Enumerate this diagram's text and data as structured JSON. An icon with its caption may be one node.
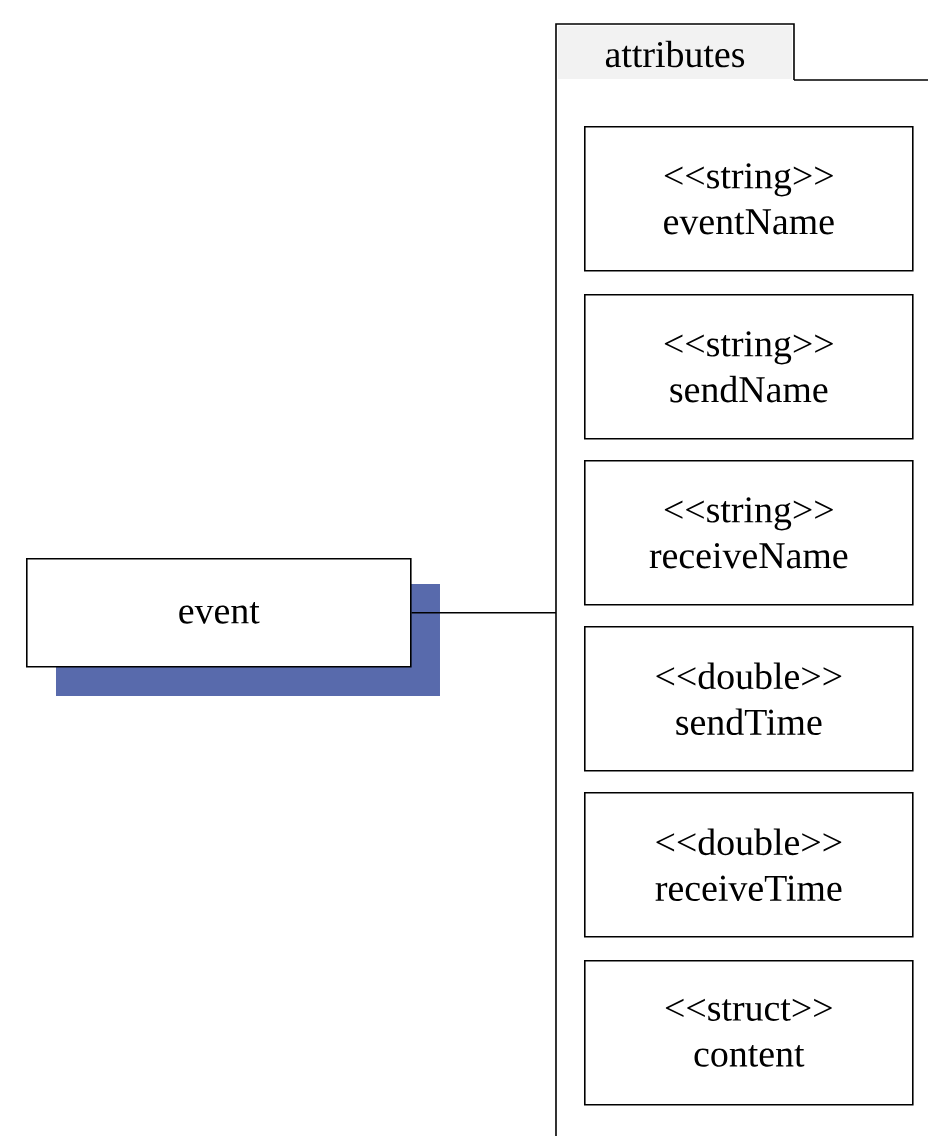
{
  "diagram": {
    "nodes": [
      {
        "text": [
          "event"
        ]
      },
      {
        "text": [
          "attributes"
        ]
      },
      {
        "text": [
          "<<string>> eventName"
        ],
        "in": 1
      },
      {
        "text": [
          "<<string>> sendName"
        ],
        "in": 1
      },
      {
        "text": [
          "<<string>> receiveName"
        ],
        "in": 1
      },
      {
        "text": [
          "<<double>> sendTime"
        ],
        "in": 1
      },
      {
        "text": [
          "<<double>> receiveTime"
        ],
        "in": 1
      },
      {
        "text": [
          "<<struct>> content"
        ],
        "in": 1
      }
    ],
    "edges": [
      {
        "from": 0,
        "to": 1,
        "arrow": "none"
      }
    ]
  }
}
